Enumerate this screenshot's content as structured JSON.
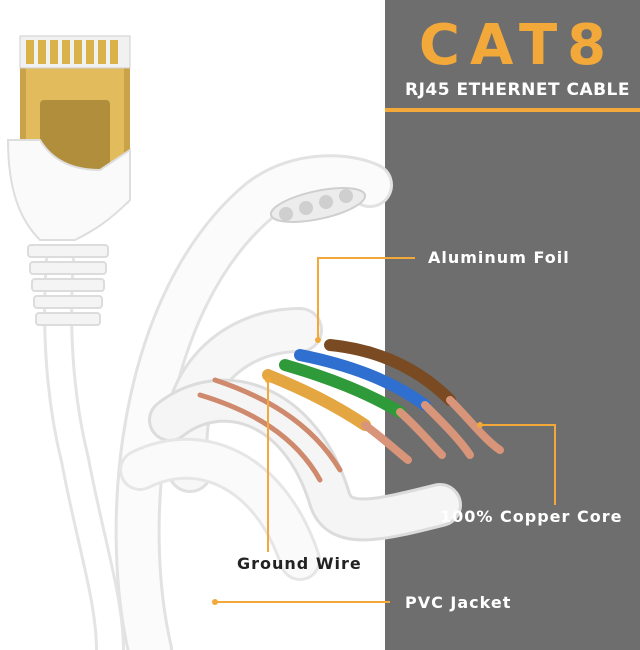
{
  "header": {
    "title": "CAT8",
    "subtitle": "RJ45 ETHERNET CABLE"
  },
  "callouts": {
    "aluminum_foil": "Aluminum Foil",
    "copper_core": "100% Copper Core",
    "ground_wire": "Ground Wire",
    "pvc_jacket": "PVC Jacket"
  },
  "colors": {
    "accent": "#f3a93a",
    "panel": "#6e6e6e",
    "cable": "#ffffff",
    "connector_gold": "#d4a73a",
    "copper": "#d9957a"
  },
  "icons": [
    "rj45-connector-icon",
    "flat-cable-icon",
    "wire-pair-icon"
  ]
}
